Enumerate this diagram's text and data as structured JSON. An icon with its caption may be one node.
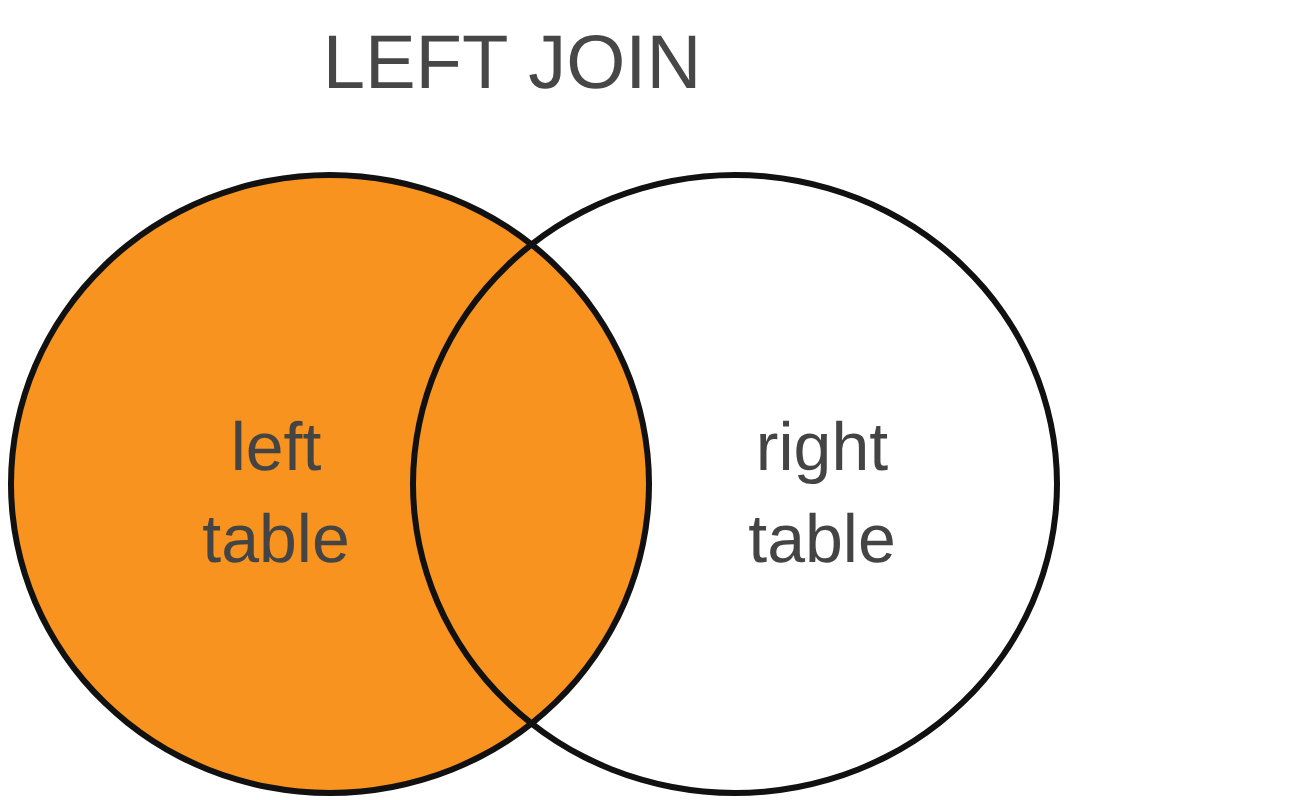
{
  "diagram": {
    "title": "LEFT JOIN",
    "nodes": [
      {
        "text": [
          "left table"
        ]
      },
      {
        "text": [
          "right table"
        ]
      }
    ]
  }
}
